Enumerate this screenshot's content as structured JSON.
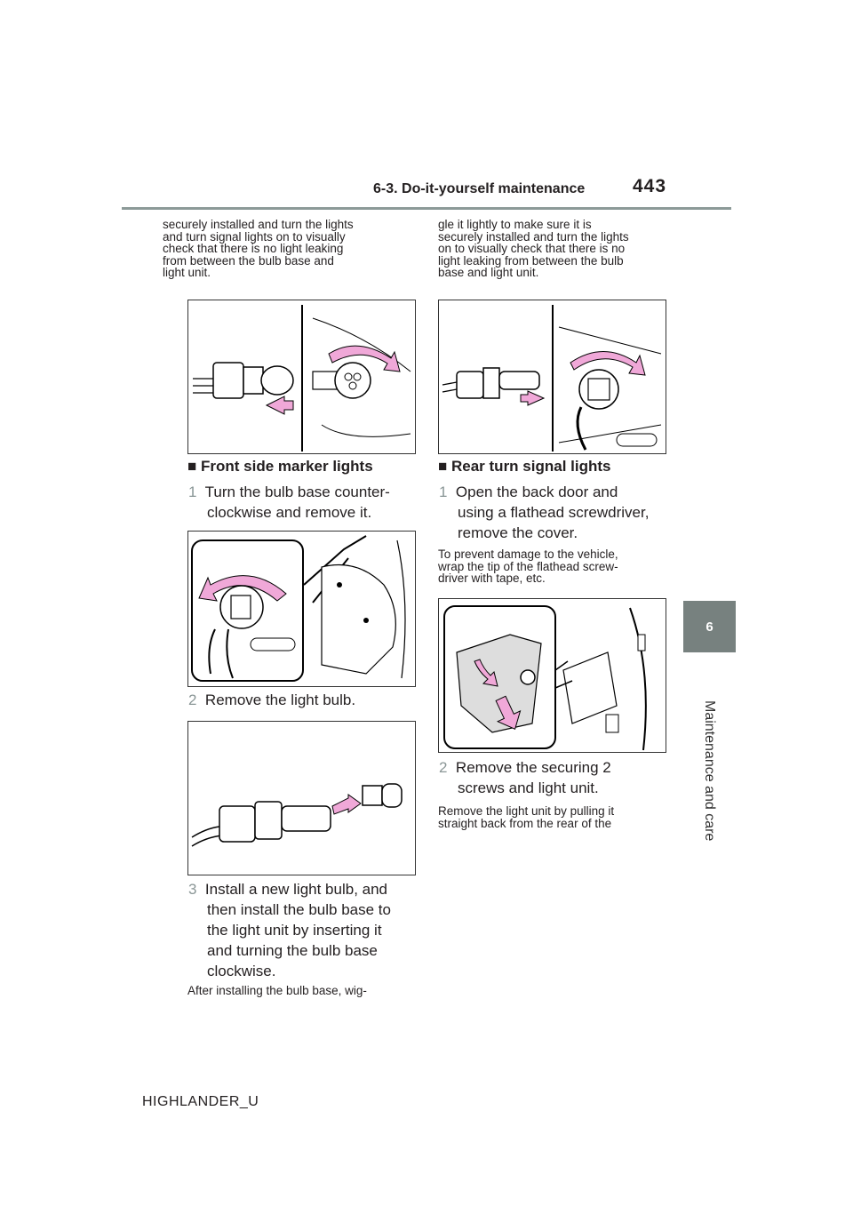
{
  "header": {
    "section": "6-3. Do-it-yourself maintenance",
    "page_number": "443"
  },
  "side_tab": {
    "chapter_number": "6",
    "chapter_title": "Maintenance and care"
  },
  "left_column": {
    "intro_lines": [
      "securely installed and turn the lights",
      "and turn signal lights on to visually",
      "check that there is no light leaking",
      "from between the bulb base and",
      "light unit."
    ],
    "section_heading": "Front side marker lights",
    "step1_num": "1",
    "step1_lines": [
      "Turn the bulb base counter-",
      "clockwise and remove it."
    ],
    "step2_num": "2",
    "step2_lines": [
      "Remove the light bulb."
    ],
    "step3_num": "3",
    "step3_lines": [
      "Install a new light bulb, and",
      "then install the bulb base to",
      "the light unit by inserting it",
      "and turning the bulb base",
      "clockwise."
    ],
    "after_note": "After installing the bulb base, wig-"
  },
  "right_column": {
    "intro_lines": [
      "gle it lightly to make sure it is",
      "securely installed and turn the lights",
      "on to visually check that there is no",
      "light leaking from between the bulb",
      "base and light unit."
    ],
    "section_heading": "Rear turn signal lights",
    "step1_num": "1",
    "step1_lines": [
      "Open the back door and",
      "using a flathead screwdriver,",
      "remove the cover."
    ],
    "note_lines": [
      "To prevent damage to the vehicle,",
      "wrap the tip of the flathead screw-",
      "driver with tape, etc."
    ],
    "step2_num": "2",
    "step2_lines": [
      "Remove the securing 2",
      "screws and light unit."
    ],
    "note2_lines": [
      "Remove the light unit by pulling it",
      "straight back from the rear of the"
    ]
  },
  "footer": {
    "model": "HIGHLANDER_U"
  },
  "colors": {
    "accent_gray": "#77817f",
    "arrow_pink": "#f0a8d8",
    "rule": "#8c9a98"
  }
}
